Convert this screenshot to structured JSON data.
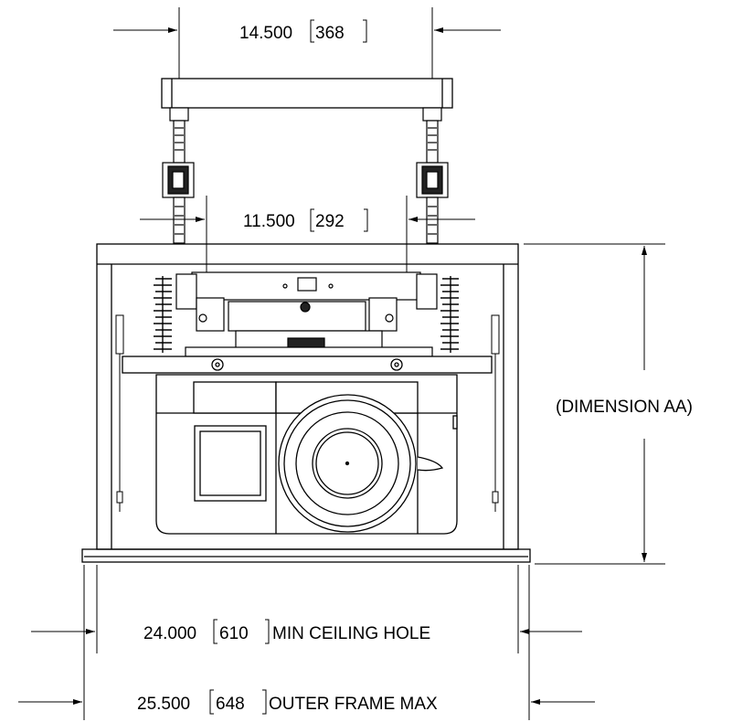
{
  "dimensions": {
    "top": {
      "value": "14.500",
      "metric": "368"
    },
    "inner": {
      "value": "11.500",
      "metric": "292"
    },
    "height": {
      "label": "(DIMENSION AA)"
    },
    "ceiling_hole": {
      "value": "24.000",
      "metric": "610",
      "note": "MIN CEILING HOLE"
    },
    "outer_frame": {
      "value": "25.500",
      "metric": "648",
      "note": "OUTER FRAME MAX"
    }
  },
  "colors": {
    "line": "#000000",
    "background": "#ffffff"
  }
}
